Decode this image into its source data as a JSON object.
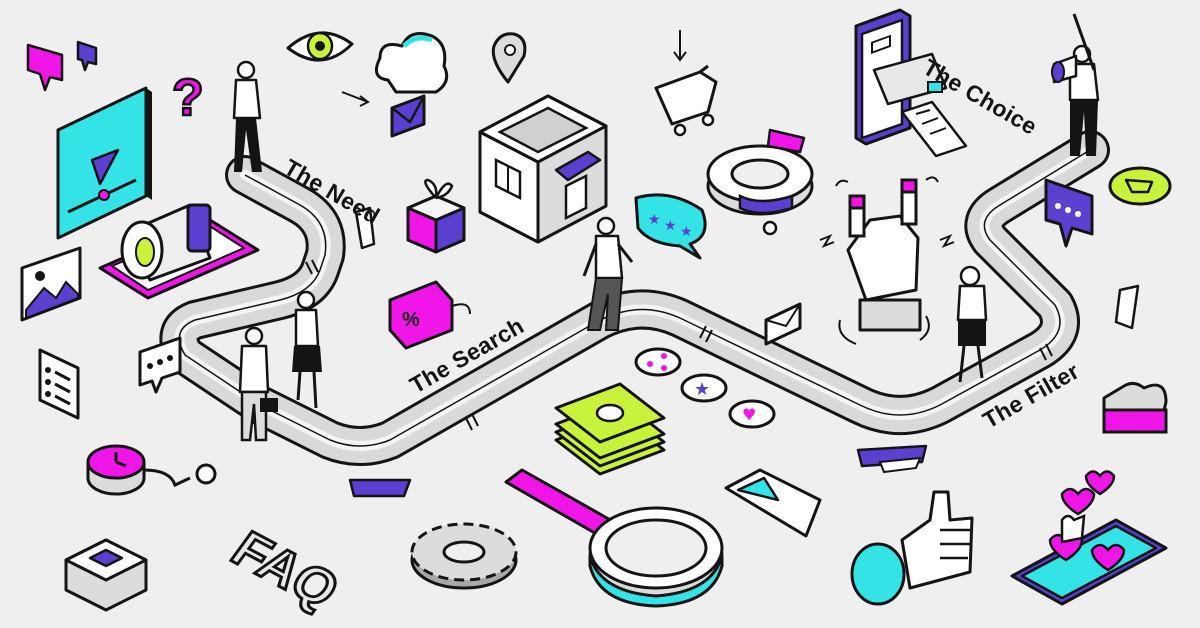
{
  "journey": {
    "stages": [
      {
        "label": "The Need"
      },
      {
        "label": "The Search"
      },
      {
        "label": "The Filter"
      },
      {
        "label": "The Choice"
      }
    ]
  },
  "faq": {
    "text": "FAQ"
  },
  "colors": {
    "magenta": "#f016e8",
    "violet": "#5b3fcf",
    "cyan": "#34e3e6",
    "lime": "#c9f23d",
    "ink": "#141414",
    "path": "#d6d6d6",
    "background": "#efefef"
  },
  "icons": [
    "chat-icon",
    "question-icon",
    "video-player-icon",
    "megaphone-icon",
    "image-icon",
    "checklist-icon",
    "clock-icon",
    "eye-icon",
    "cloud-icon",
    "mail-icon",
    "location-pin-icon",
    "gift-icon",
    "store-icon",
    "percent-tag-icon",
    "rating-icon",
    "money-icon",
    "magnifier-icon",
    "gear-icon",
    "cart-icon",
    "donut-chart-icon",
    "hand-magnet-icon",
    "phone-payment-icon",
    "thumbs-up-icon",
    "heart-icon",
    "like-phone-icon"
  ]
}
